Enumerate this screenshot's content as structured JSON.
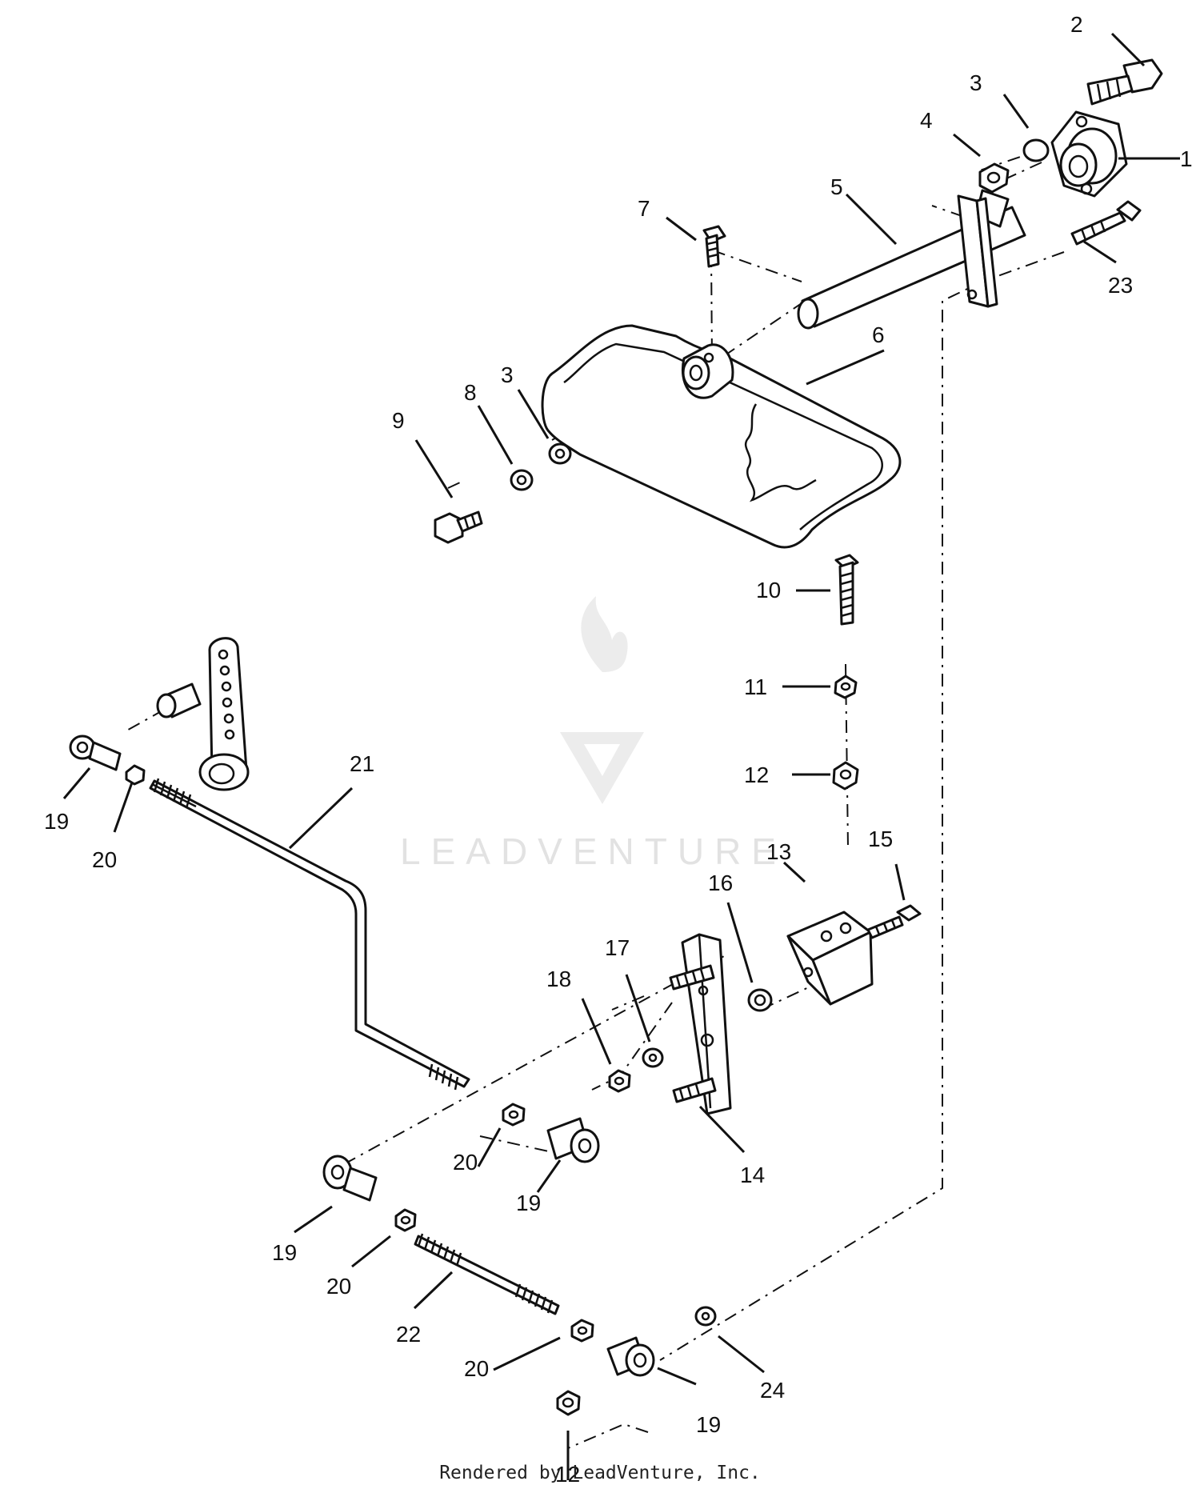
{
  "watermark": "LEADVENTURE",
  "credit": "Rendered by LeadVenture, Inc.",
  "callouts": [
    {
      "id": "c2",
      "text": "2"
    },
    {
      "id": "c3a",
      "text": "3"
    },
    {
      "id": "c4",
      "text": "4"
    },
    {
      "id": "c1",
      "text": "1"
    },
    {
      "id": "c5",
      "text": "5"
    },
    {
      "id": "c7",
      "text": "7"
    },
    {
      "id": "c23",
      "text": "23"
    },
    {
      "id": "c6",
      "text": "6"
    },
    {
      "id": "c3b",
      "text": "3"
    },
    {
      "id": "c8",
      "text": "8"
    },
    {
      "id": "c9",
      "text": "9"
    },
    {
      "id": "c10",
      "text": "10"
    },
    {
      "id": "c11",
      "text": "11"
    },
    {
      "id": "c12a",
      "text": "12"
    },
    {
      "id": "c21",
      "text": "21"
    },
    {
      "id": "c19a",
      "text": "19"
    },
    {
      "id": "c20a",
      "text": "20"
    },
    {
      "id": "c13",
      "text": "13"
    },
    {
      "id": "c15",
      "text": "15"
    },
    {
      "id": "c16",
      "text": "16"
    },
    {
      "id": "c17",
      "text": "17"
    },
    {
      "id": "c18",
      "text": "18"
    },
    {
      "id": "c20b",
      "text": "20"
    },
    {
      "id": "c19b",
      "text": "19"
    },
    {
      "id": "c14",
      "text": "14"
    },
    {
      "id": "c19c",
      "text": "19"
    },
    {
      "id": "c20c",
      "text": "20"
    },
    {
      "id": "c22",
      "text": "22"
    },
    {
      "id": "c20d",
      "text": "20"
    },
    {
      "id": "c24",
      "text": "24"
    },
    {
      "id": "c19d",
      "text": "19"
    },
    {
      "id": "c12b",
      "text": "12"
    }
  ]
}
